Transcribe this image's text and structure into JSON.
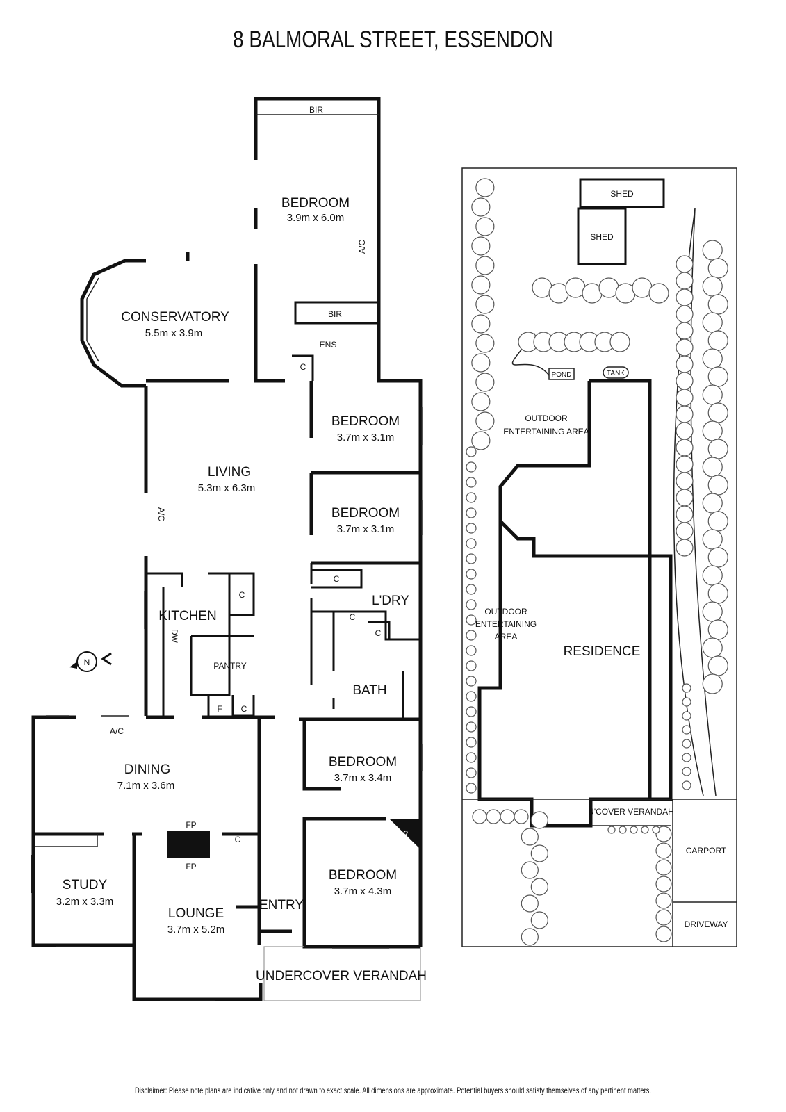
{
  "title": "8 BALMORAL STREET, ESSENDON",
  "disclaimer": "Disclaimer: Please note plans are indicative only and not drawn to exact scale. All dimensions are approximate. Potential buyers should satisfy themselves of any pertinent matters.",
  "floor_plan": {
    "rooms": {
      "bedroom1": {
        "name": "BEDROOM",
        "size": "3.9m x 6.0m"
      },
      "conservatory": {
        "name": "CONSERVATORY",
        "size": "5.5m x 3.9m"
      },
      "bedroom2": {
        "name": "BEDROOM",
        "size": "3.7m x 3.1m"
      },
      "living": {
        "name": "LIVING",
        "size": "5.3m x 6.3m"
      },
      "bedroom3": {
        "name": "BEDROOM",
        "size": "3.7m x 3.1m"
      },
      "bedroom4": {
        "name": "BEDROOM",
        "size": "3.7m x 3.4m"
      },
      "dining": {
        "name": "DINING",
        "size": "7.1m x 3.6m"
      },
      "bedroom5": {
        "name": "BEDROOM",
        "size": "3.7m x 4.3m"
      },
      "study": {
        "name": "STUDY",
        "size": "3.2m x 3.3m"
      },
      "lounge": {
        "name": "LOUNGE",
        "size": "3.7m x 5.2m"
      }
    },
    "labels": {
      "bir": "BIR",
      "ens": "ENS",
      "ac": "A/C",
      "c": "C",
      "ldry": "L'DRY",
      "kitchen": "KITCHEN",
      "dw": "DW",
      "pantry": "PANTRY",
      "f": "F",
      "bath": "BATH",
      "fp": "FP",
      "entry": "ENTRY",
      "verandah": "UNDERCOVER VERANDAH",
      "north": "N"
    }
  },
  "site_plan": {
    "shed": "SHED",
    "pond": "POND",
    "tank": "TANK",
    "outdoor_line1": "OUTDOOR",
    "outdoor_line2": "ENTERTAINING AREA",
    "outdoor2_line1": "OUTDOOR",
    "outdoor2_line2": "ENTERTAINING",
    "outdoor2_line3": "AREA",
    "residence": "RESIDENCE",
    "ucover_verandah": "U'COVER VERANDAH",
    "carport": "CARPORT",
    "driveway": "DRIVEWAY"
  }
}
